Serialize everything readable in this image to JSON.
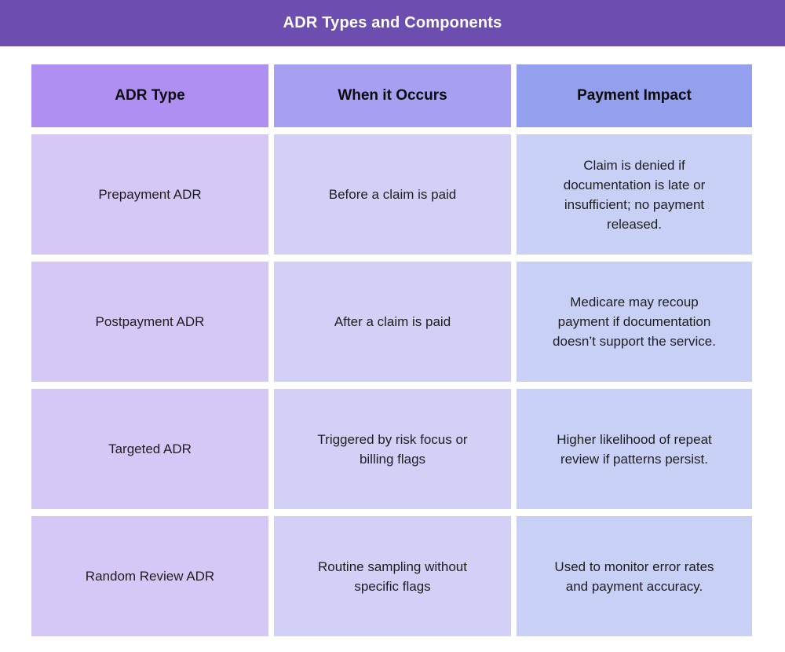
{
  "title_bar": {
    "title": "ADR Types and Components",
    "bg": "#6e4db1",
    "text_color": "#ffffff"
  },
  "table": {
    "columns": [
      {
        "label": "ADR Type",
        "header_bg": "#af90f2",
        "body_bg": "#d5c8f6"
      },
      {
        "label": "When it Occurs",
        "header_bg": "#a7a0f2",
        "body_bg": "#d2d0f7"
      },
      {
        "label": "Payment Impact",
        "header_bg": "#93a0ee",
        "body_bg": "#c9d0f5"
      }
    ],
    "rows": [
      [
        "Prepayment ADR",
        "Before a claim is paid",
        "Claim is denied if\ndocumentation is late or\ninsufficient; no payment\nreleased."
      ],
      [
        "Postpayment ADR",
        "After a claim is paid",
        "Medicare may recoup\npayment if documentation\ndoesn’t support the service."
      ],
      [
        "Targeted ADR",
        "Triggered by risk focus or\nbilling flags",
        "Higher likelihood of repeat\nreview if patterns persist."
      ],
      [
        "Random Review ADR",
        "Routine sampling without\nspecific flags",
        "Used to monitor error rates\nand payment accuracy."
      ]
    ]
  }
}
